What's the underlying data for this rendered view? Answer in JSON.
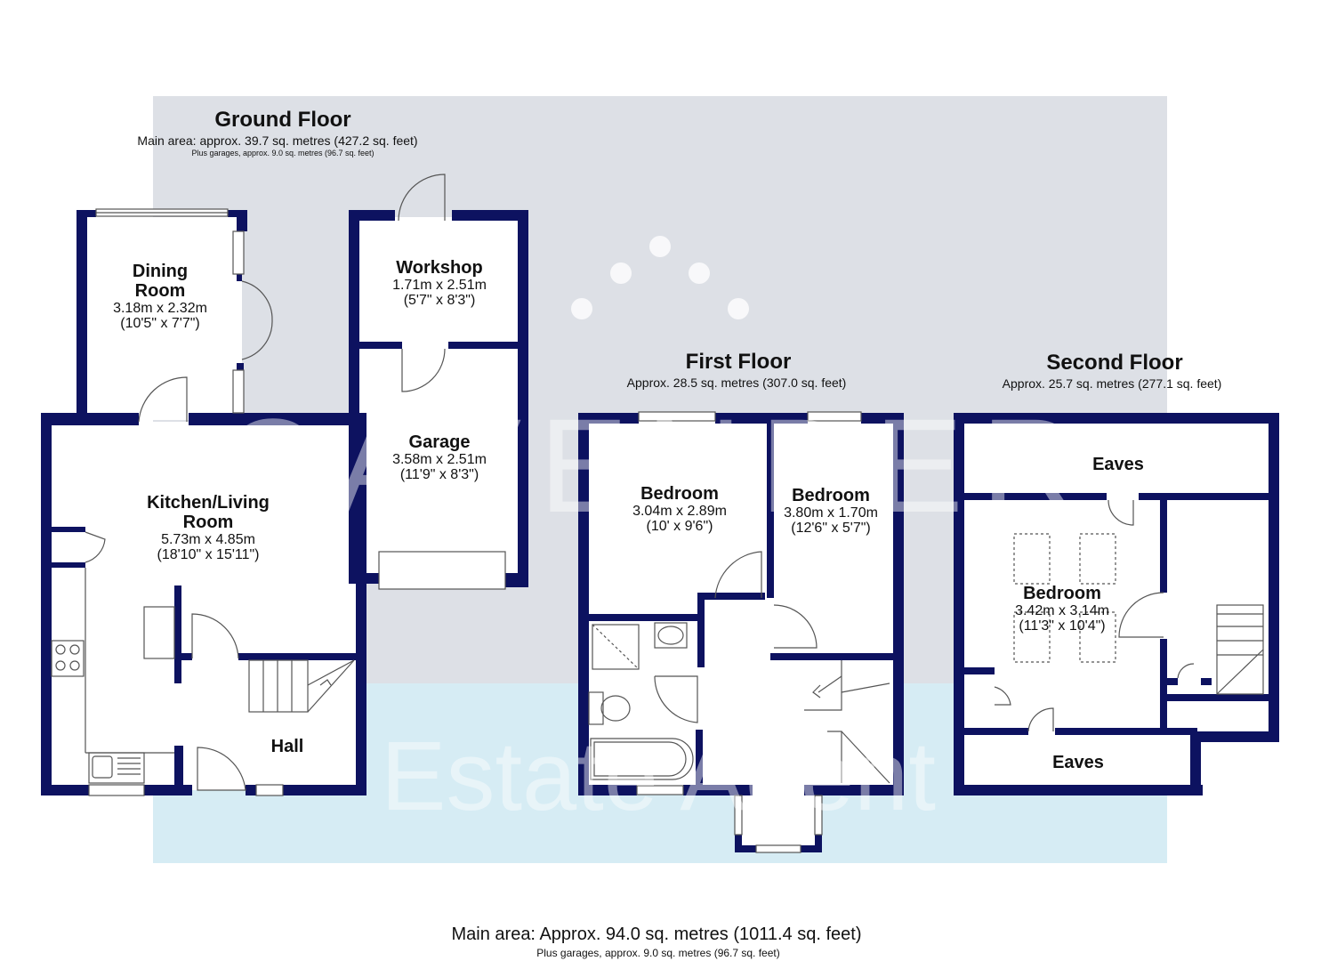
{
  "watermark": {
    "brand": "CAVENDER",
    "tagline": "Estate Agent",
    "colors": {
      "upper": "#dde0e6",
      "lower": "#d6ecf4"
    }
  },
  "colors": {
    "wall": "#0d1260",
    "room_fill": "#ffffff",
    "fixture": "#5a5a5a",
    "text": "#111111"
  },
  "ground_floor": {
    "title": "Ground Floor",
    "area": "Main area: approx. 39.7 sq. metres (427.2 sq. feet)",
    "garages": "Plus garages, approx. 9.0 sq. metres (96.7 sq. feet)",
    "rooms": {
      "dining": {
        "name_l1": "Dining",
        "name_l2": "Room",
        "dim_m": "3.18m x 2.32m",
        "dim_ft": "(10'5\" x 7'7\")"
      },
      "workshop": {
        "name": "Workshop",
        "dim_m": "1.71m x 2.51m",
        "dim_ft": "(5'7\" x 8'3\")"
      },
      "garage": {
        "name": "Garage",
        "dim_m": "3.58m x 2.51m",
        "dim_ft": "(11'9\" x 8'3\")"
      },
      "kitchen": {
        "name_l1": "Kitchen/Living",
        "name_l2": "Room",
        "dim_m": "5.73m x 4.85m",
        "dim_ft": "(18'10\" x 15'11\")"
      },
      "hall": {
        "name": "Hall"
      }
    }
  },
  "first_floor": {
    "title": "First Floor",
    "area": "Approx. 28.5 sq. metres (307.0 sq. feet)",
    "rooms": {
      "bedroom1": {
        "name": "Bedroom",
        "dim_m": "3.04m x 2.89m",
        "dim_ft": "(10' x 9'6\")"
      },
      "bedroom2": {
        "name": "Bedroom",
        "dim_m": "3.80m x 1.70m",
        "dim_ft": "(12'6\" x 5'7\")"
      }
    }
  },
  "second_floor": {
    "title": "Second Floor",
    "area": "Approx. 25.7 sq. metres (277.1 sq. feet)",
    "rooms": {
      "eaves_top": {
        "name": "Eaves"
      },
      "bedroom": {
        "name": "Bedroom",
        "dim_m": "3.42m x 3.14m",
        "dim_ft": "(11'3\" x 10'4\")"
      },
      "eaves_bottom": {
        "name": "Eaves"
      }
    }
  },
  "totals": {
    "main": "Main area: Approx. 94.0 sq. metres (1011.4 sq. feet)",
    "garages": "Plus garages, approx. 9.0 sq. metres (96.7 sq. feet)"
  }
}
